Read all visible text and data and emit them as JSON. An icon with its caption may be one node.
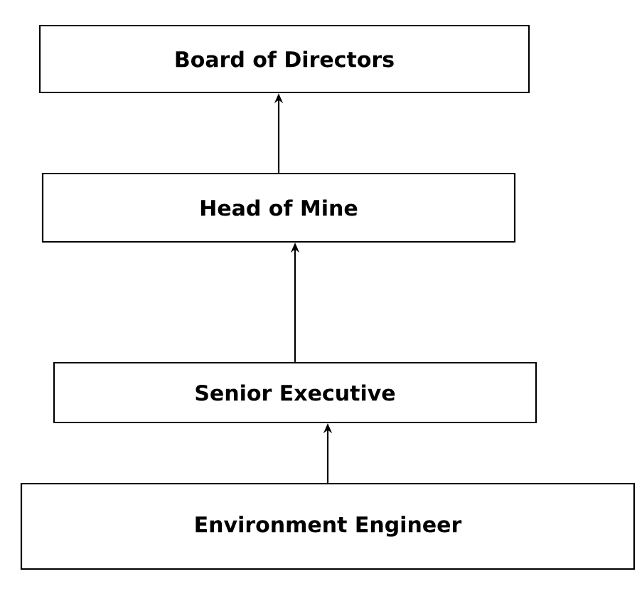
{
  "diagram": {
    "nodes": [
      {
        "text": [
          "Board of Directors"
        ]
      },
      {
        "text": [
          "Head of Mine"
        ]
      },
      {
        "text": [
          "Senior Executive"
        ]
      },
      {
        "text": [
          "Environment Engineer"
        ]
      }
    ],
    "edges": [
      {
        "from": 1,
        "to": 0,
        "arrow": "to"
      },
      {
        "from": 2,
        "to": 1,
        "arrow": "to"
      },
      {
        "from": 3,
        "to": 2,
        "arrow": "to"
      }
    ]
  }
}
